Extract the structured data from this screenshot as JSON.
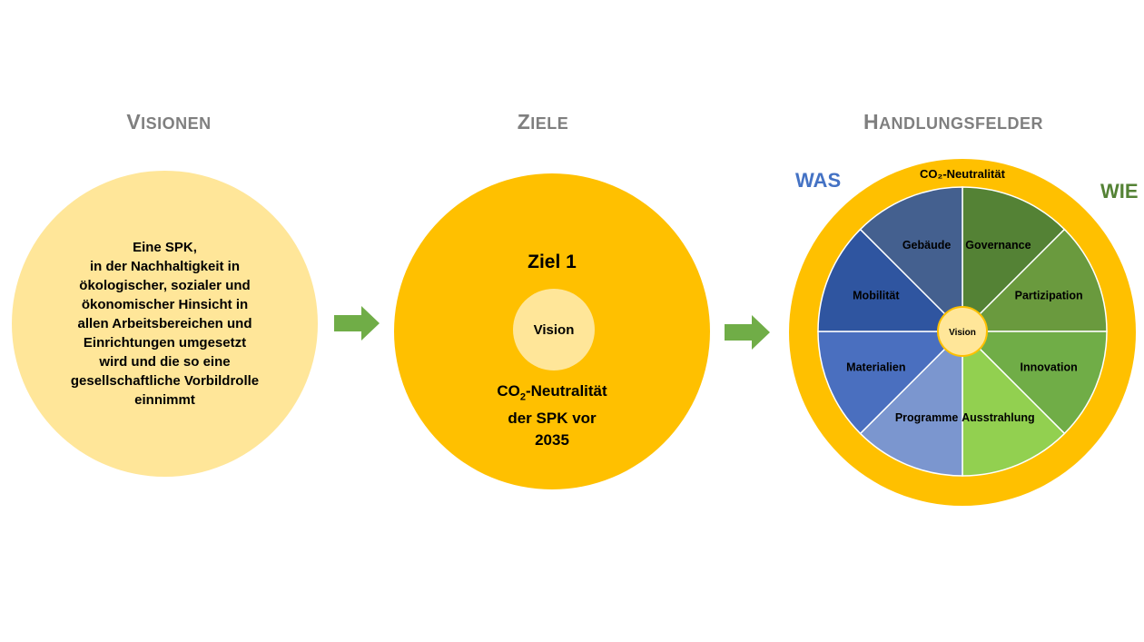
{
  "headings": {
    "visionen": {
      "initial": "V",
      "rest": "ISIONEN"
    },
    "ziele": {
      "initial": "Z",
      "rest": "IELE"
    },
    "handlungsfelder": {
      "initial": "H",
      "rest": "ANDLUNGSFELDER"
    }
  },
  "vision": {
    "text": "Eine SPK,\nin der Nachhaltigkeit in ökologischer, sozialer und ökonomischer Hinsicht in allen Arbeitsbereichen und Einrichtungen umgesetzt wird und die so eine gesellschaftliche Vorbildrolle einnimmt"
  },
  "goal": {
    "title": "Ziel 1",
    "inner_label": "Vision",
    "co2_prefix": "CO",
    "co2_sub": "2",
    "co2_rest": "-Neutralität",
    "line2": "der SPK vor",
    "line3": "2035"
  },
  "wheel": {
    "ring_label": "CO₂-Neutralität",
    "center_label": "Vision",
    "left_label": "WAS",
    "right_label": "WIE",
    "segments": [
      {
        "label": "Governance",
        "color": "#548235"
      },
      {
        "label": "Partizipation",
        "color": "#6a9a3e"
      },
      {
        "label": "Innovation",
        "color": "#70ad47"
      },
      {
        "label": "Ausstrahlung",
        "color": "#92d050"
      },
      {
        "label": "Programme",
        "color": "#7b96cf"
      },
      {
        "label": "Materialien",
        "color": "#4a6fbf"
      },
      {
        "label": "Mobilität",
        "color": "#2f55a0"
      },
      {
        "label": "Gebäude",
        "color": "#44608f"
      }
    ]
  },
  "colors": {
    "heading": "#7f7f7f",
    "light_yellow": "#ffe699",
    "gold": "#ffc000",
    "arrow": "#70ad47"
  }
}
